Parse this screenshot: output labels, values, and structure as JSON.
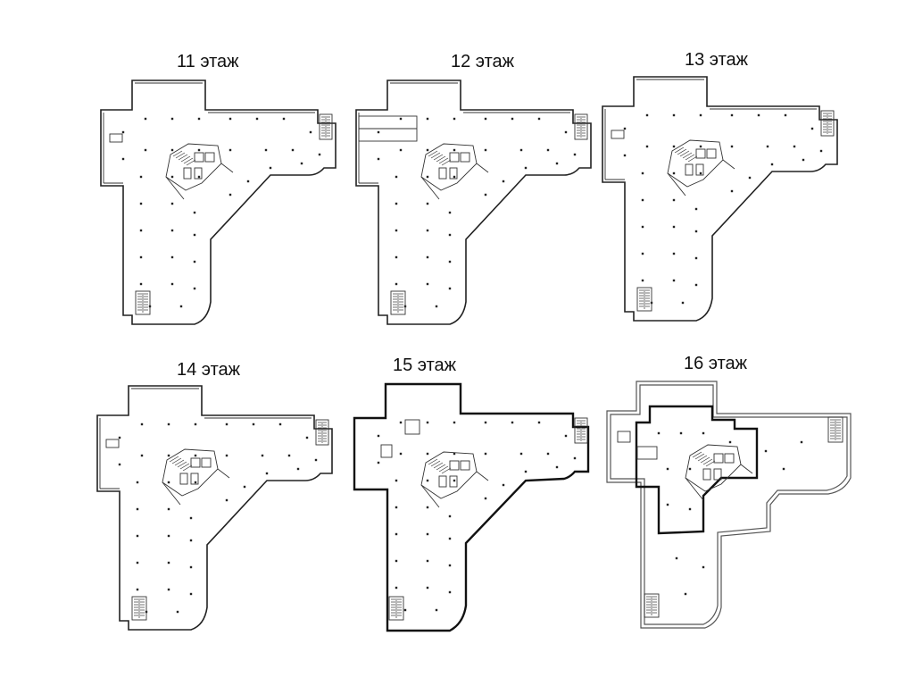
{
  "floor_titles": [
    "11 этаж",
    "12 этаж",
    "13 этаж",
    "14 этаж",
    "15 этаж",
    "16 этаж"
  ]
}
